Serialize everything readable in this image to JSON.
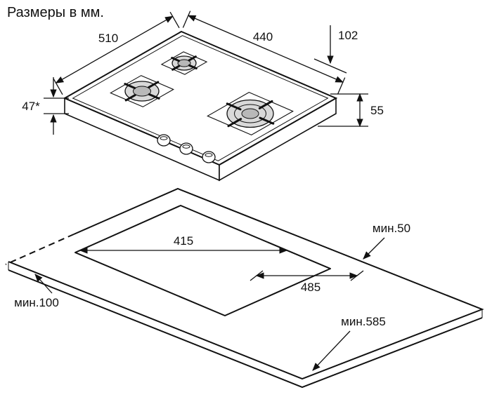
{
  "title": "Размеры в мм.",
  "colors": {
    "line": "#111111",
    "burner": "#d9d9d9",
    "burner_inner": "#b8b8b8",
    "background": "#ffffff"
  },
  "hob_dimensions": {
    "width": "510",
    "depth": "440",
    "burner_to_edge": "102",
    "recess_depth": "47*",
    "height_with_grate": "55"
  },
  "cutout_dimensions": {
    "cutout_depth": "415",
    "cutout_width": "485",
    "min_rear_clearance": "мин.50",
    "min_side_clearance": "мин.100",
    "min_worktop_depth": "мин.585"
  }
}
